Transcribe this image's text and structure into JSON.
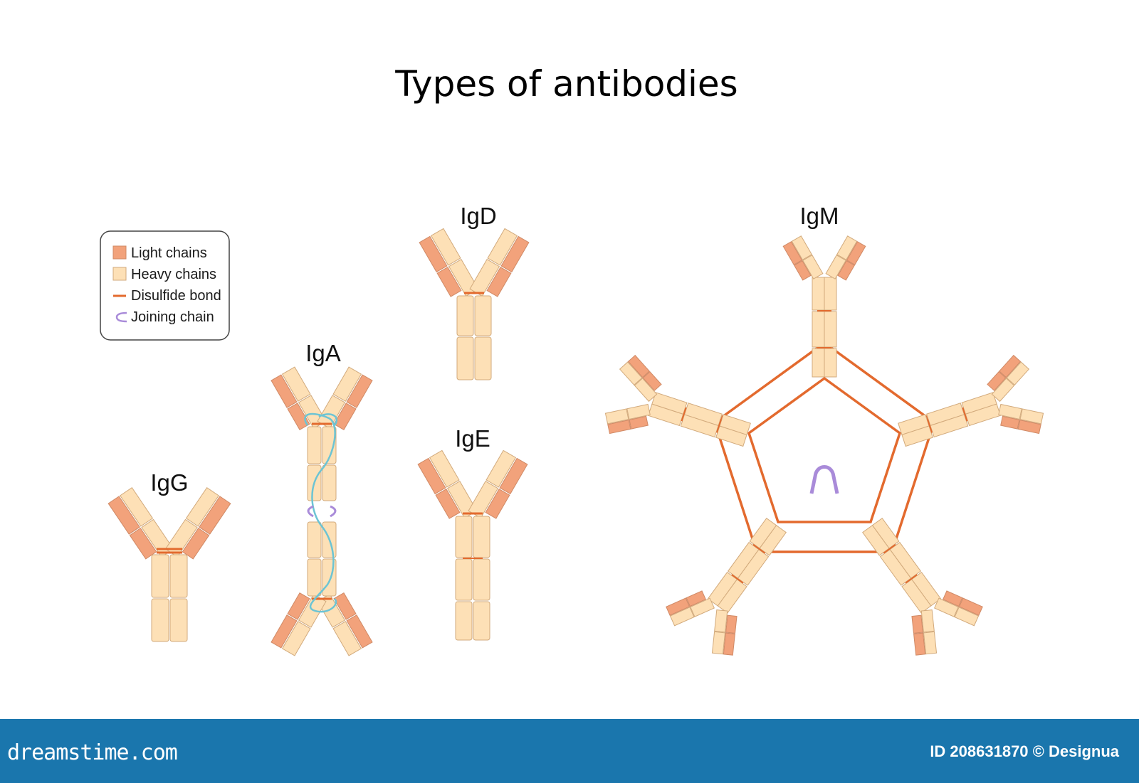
{
  "title": "Types of antibodies",
  "labels": {
    "igg": "IgG",
    "iga": "IgA",
    "igd": "IgD",
    "ige": "IgE",
    "igm": "IgM"
  },
  "legend": {
    "items": [
      {
        "label": "Light chains",
        "icon": "light-chain-swatch",
        "color": "#f2a27b"
      },
      {
        "label": "Heavy chains",
        "icon": "heavy-chain-swatch",
        "color": "#fde0b6"
      },
      {
        "label": "Disulfide bond",
        "icon": "disulfide-bond-line",
        "color": "#e36a2e"
      },
      {
        "label": "Joining chain",
        "icon": "joining-chain-arc",
        "color": "#a98bd9"
      }
    ]
  },
  "colors": {
    "light": "#f2a27b",
    "heavy": "#fde0b6",
    "outline": "#d2aa7c",
    "bond": "#e36a2e",
    "joining": "#a98bd9",
    "secretory": "#6cc4d4",
    "footer": "#1a76ad"
  },
  "footer": {
    "logo": "dreamstime.com",
    "credit": "ID 208631870 © Designua"
  }
}
